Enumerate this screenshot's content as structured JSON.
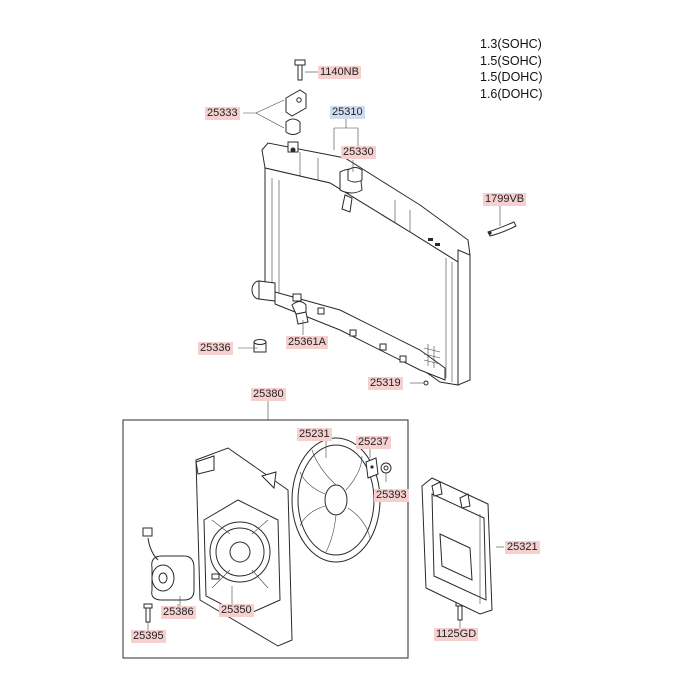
{
  "engine_variants": [
    "1.3(SOHC)",
    "1.5(SOHC)",
    "1.5(DOHC)",
    "1.6(DOHC)"
  ],
  "parts": {
    "p1140nb": "1140NB",
    "p25333": "25333",
    "p25310": "25310",
    "p25330": "25330",
    "p1799vb": "1799VB",
    "p25336": "25336",
    "p25361a": "25361A",
    "p25319": "25319",
    "p25380": "25380",
    "p25231": "25231",
    "p25237": "25237",
    "p25393": "25393",
    "p25321": "25321",
    "p25386": "25386",
    "p25350": "25350",
    "p25395": "25395",
    "p1125gd": "1125GD"
  }
}
